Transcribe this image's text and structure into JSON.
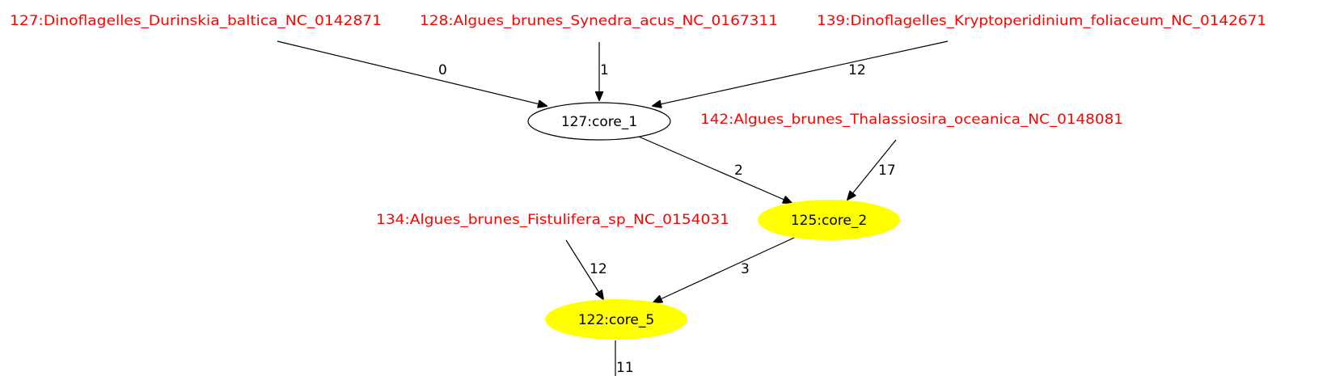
{
  "colors": {
    "leaf_text": "#ff0000",
    "core_highlight": "#ffff00",
    "core_plain": "#ffffff",
    "edge": "#000000"
  },
  "leaves": [
    {
      "id": "leaf-127",
      "label": "127:Dinoflagelles_Durinskia_baltica_NC_0142871"
    },
    {
      "id": "leaf-128",
      "label": "128:Algues_brunes_Synedra_acus_NC_0167311"
    },
    {
      "id": "leaf-139",
      "label": "139:Dinoflagelles_Kryptoperidinium_foliaceum_NC_0142671"
    },
    {
      "id": "leaf-142",
      "label": "142:Algues_brunes_Thalassiosira_oceanica_NC_0148081"
    },
    {
      "id": "leaf-134",
      "label": "134:Algues_brunes_Fistulifera_sp_NC_0154031"
    }
  ],
  "cores": [
    {
      "id": "core-1",
      "label": "127:core_1",
      "highlighted": false
    },
    {
      "id": "core-2",
      "label": "125:core_2",
      "highlighted": true
    },
    {
      "id": "core-5",
      "label": "122:core_5",
      "highlighted": true
    }
  ],
  "edges": [
    {
      "from": "leaf-127",
      "to": "core-1",
      "label": "0"
    },
    {
      "from": "leaf-128",
      "to": "core-1",
      "label": "1"
    },
    {
      "from": "leaf-139",
      "to": "core-1",
      "label": "12"
    },
    {
      "from": "core-1",
      "to": "core-2",
      "label": "2"
    },
    {
      "from": "leaf-142",
      "to": "core-2",
      "label": "17"
    },
    {
      "from": "core-2",
      "to": "core-5",
      "label": "3"
    },
    {
      "from": "leaf-134",
      "to": "core-5",
      "label": "12"
    },
    {
      "from": "core-5",
      "to": "",
      "label": "11"
    }
  ]
}
